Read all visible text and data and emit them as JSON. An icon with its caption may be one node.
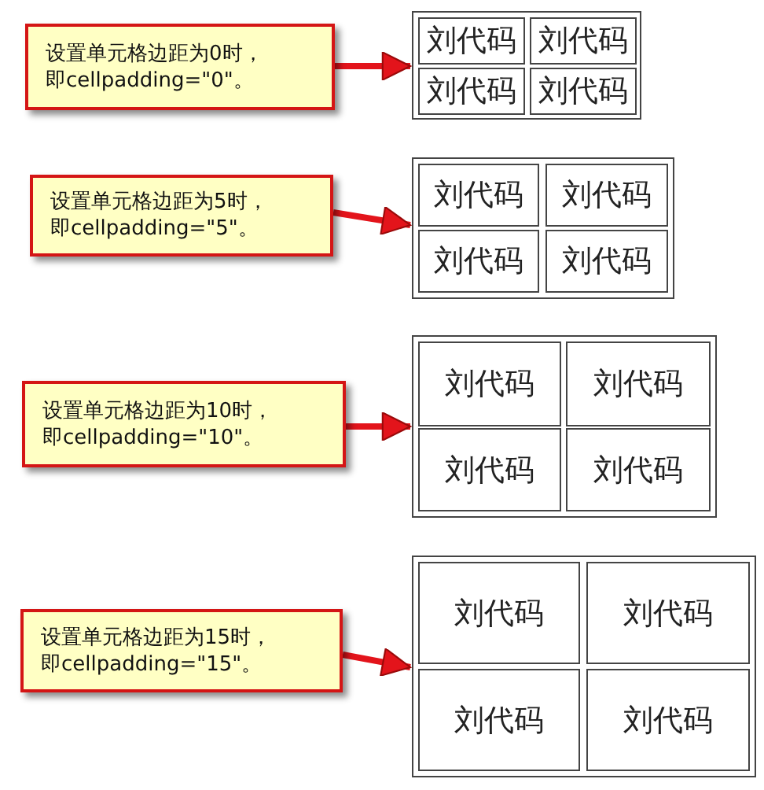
{
  "diagram": {
    "nodes": [
      {
        "text": [
          "设置单元格边距为0时，即cellpadding=\"0\"。"
        ]
      },
      {
        "text": [],
        "shape": "box"
      },
      {
        "text": [
          "刘代码"
        ],
        "in": 1
      },
      {
        "text": [
          "刘代码"
        ],
        "in": 1
      },
      {
        "text": [
          "刘代码"
        ],
        "in": 1
      },
      {
        "text": [
          "刘代码"
        ],
        "in": 1
      },
      {
        "text": [
          "设置单元格边距为5时，即cellpadding=\"5\"。"
        ]
      },
      {
        "text": [],
        "shape": "box"
      },
      {
        "text": [
          "刘代码"
        ],
        "in": 7
      },
      {
        "text": [
          "刘代码"
        ],
        "in": 7
      },
      {
        "text": [
          "刘代码"
        ],
        "in": 7
      },
      {
        "text": [
          "刘代码"
        ],
        "in": 7
      },
      {
        "text": [
          "设置单元格边距为10时，即cellpadding=\"10\"。"
        ]
      },
      {
        "text": [],
        "shape": "box"
      },
      {
        "text": [
          "刘代码"
        ],
        "in": 13
      },
      {
        "text": [
          "刘代码"
        ],
        "in": 13
      },
      {
        "text": [
          "刘代码"
        ],
        "in": 13
      },
      {
        "text": [
          "刘代码"
        ],
        "in": 13
      },
      {
        "text": [
          "设置单元格边距为15时，即cellpadding=\"15\"。"
        ]
      },
      {
        "text": [],
        "shape": "box"
      },
      {
        "text": [
          "刘代码"
        ],
        "in": 19
      },
      {
        "text": [
          "刘代码"
        ],
        "in": 19
      },
      {
        "text": [
          "刘代码"
        ],
        "in": 19
      },
      {
        "text": [
          "刘代码"
        ],
        "in": 19
      }
    ],
    "edges": [
      {
        "from": 0,
        "to": 1,
        "arrow": "to"
      },
      {
        "from": 6,
        "to": 7,
        "arrow": "to"
      },
      {
        "from": 12,
        "to": 13,
        "arrow": "to"
      },
      {
        "from": 18,
        "to": 19,
        "arrow": "to"
      }
    ]
  }
}
